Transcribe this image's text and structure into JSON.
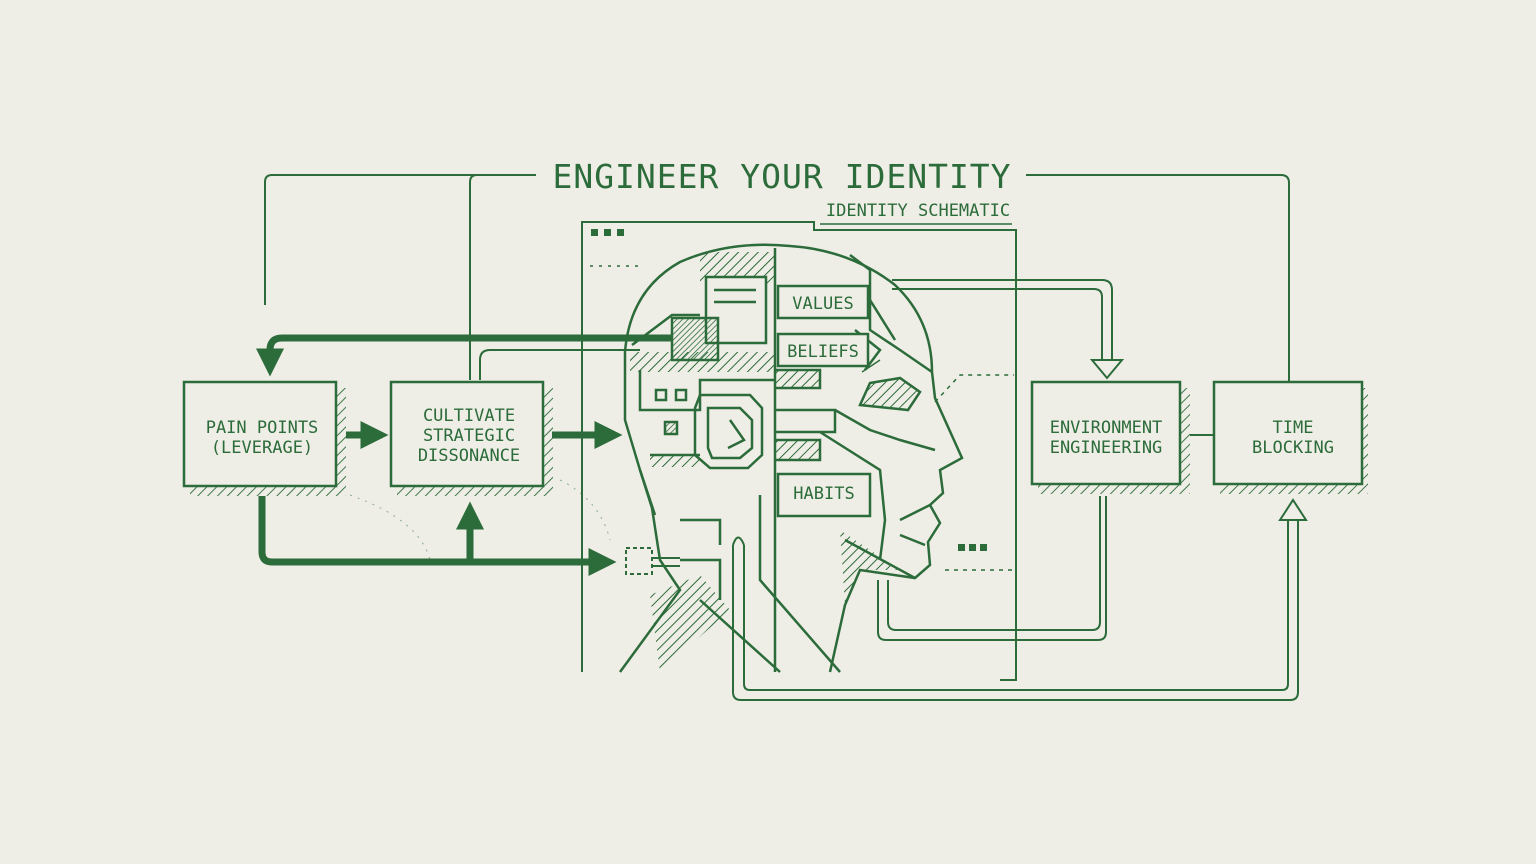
{
  "title": "ENGINEER YOUR IDENTITY",
  "subtitle": "IDENTITY SCHEMATIC",
  "colors": {
    "ink": "#2c6b3a",
    "paper": "#eeeee6"
  },
  "nodes": {
    "pain_points": {
      "line1": "PAIN POINTS",
      "line2": "(LEVERAGE)"
    },
    "dissonance": {
      "line1": "CULTIVATE",
      "line2": "STRATEGIC",
      "line3": "DISSONANCE"
    },
    "environment": {
      "line1": "ENVIRONMENT",
      "line2": "ENGINEERING"
    },
    "time_blocking": {
      "line1": "TIME",
      "line2": "BLOCKING"
    }
  },
  "head_labels": {
    "values": "VALUES",
    "beliefs": "BELIEFS",
    "habits": "HABITS"
  }
}
